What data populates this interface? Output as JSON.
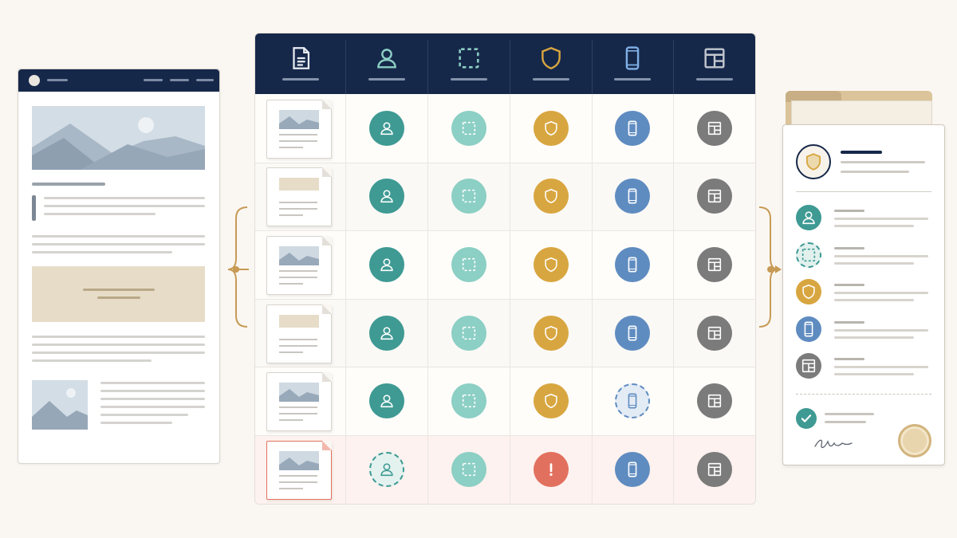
{
  "colors": {
    "navy": "#16284a",
    "teal": "#3e9a93",
    "mint": "#8ccfc4",
    "gold": "#d8a640",
    "blue": "#5f8cc0",
    "gray": "#7b7b7b",
    "alert": "#e2705e",
    "sand": "#e6dcc8",
    "brass": "#c79a55"
  },
  "matrix": {
    "columns": [
      {
        "key": "document",
        "icon": "document-icon"
      },
      {
        "key": "identity",
        "icon": "user-icon"
      },
      {
        "key": "selection",
        "icon": "dashed-square-icon"
      },
      {
        "key": "security",
        "icon": "shield-icon"
      },
      {
        "key": "mobile",
        "icon": "phone-icon"
      },
      {
        "key": "layout",
        "icon": "layout-grid-icon"
      }
    ],
    "rows": [
      {
        "thumb": "image",
        "flagged": false,
        "user": "ok",
        "select": "ok",
        "shield": "ok",
        "phone": "ok",
        "layout": "ok"
      },
      {
        "thumb": "text",
        "flagged": false,
        "user": "ok",
        "select": "ok",
        "shield": "ok",
        "phone": "ok",
        "layout": "ok"
      },
      {
        "thumb": "image",
        "flagged": false,
        "user": "ok",
        "select": "ok",
        "shield": "ok",
        "phone": "ok",
        "layout": "ok"
      },
      {
        "thumb": "text",
        "flagged": false,
        "user": "ok",
        "select": "ok",
        "shield": "ok",
        "phone": "ok",
        "layout": "ok"
      },
      {
        "thumb": "image",
        "flagged": false,
        "user": "ok",
        "select": "ok",
        "shield": "ok",
        "phone": "pending",
        "layout": "ok"
      },
      {
        "thumb": "image",
        "flagged": true,
        "user": "pending",
        "select": "ok",
        "shield": "alert",
        "phone": "ok",
        "layout": "ok"
      }
    ]
  },
  "panel": {
    "header_icon": "shield-icon",
    "items": [
      {
        "icon": "user-icon",
        "state": "ok"
      },
      {
        "icon": "dashed-square-icon",
        "state": "pending"
      },
      {
        "icon": "shield-icon",
        "state": "ok"
      },
      {
        "icon": "phone-icon",
        "state": "ok"
      },
      {
        "icon": "layout-grid-icon",
        "state": "ok"
      }
    ],
    "footer_icons": [
      "check-icon",
      "signature-icon",
      "seal-icon"
    ]
  }
}
